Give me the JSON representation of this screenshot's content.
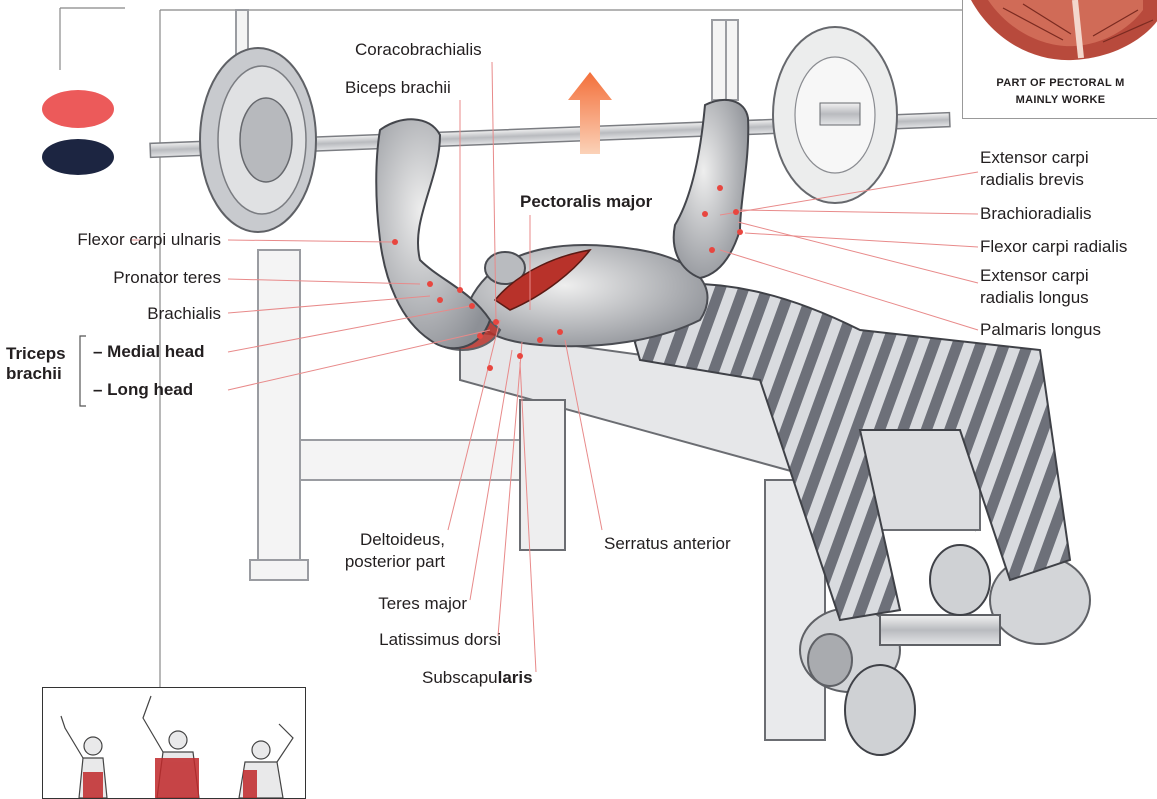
{
  "labels": {
    "coracobrachialis": "Coracobrachialis",
    "biceps_brachii": "Biceps brachii",
    "pectoralis_major": "Pectoralis major",
    "flexor_carpi_ulnaris": "Flexor carpi ulnaris",
    "pronator_teres": "Pronator teres",
    "brachialis": "Brachialis",
    "triceps_title_line1": "Triceps",
    "triceps_title_line2": "brachii",
    "medial_head": "– Medial head",
    "long_head": "– Long head",
    "extensor_carpi_radialis_brevis_line1": "Extensor carpi",
    "extensor_carpi_radialis_brevis_line2": "radialis brevis",
    "brachioradialis": "Brachioradialis",
    "flexor_carpi_radialis": "Flexor carpi radialis",
    "extensor_carpi_radialis_longus_line1": "Extensor carpi",
    "extensor_carpi_radialis_longus_line2": "radialis longus",
    "palmaris_longus": "Palmaris longus",
    "deltoideus_line1": "Deltoideus,",
    "deltoideus_line2": "posterior part",
    "serratus_anterior": "Serratus anterior",
    "teres_major": "Teres major",
    "latissimus_dorsi": "Latissimus dorsi",
    "subscapularis_prefix": "Subscapu",
    "subscapularis_suffix": "laris"
  },
  "inset_top": {
    "caption_line1": "PART OF PECTORAL M",
    "caption_line2": "MAINLY WORKE"
  },
  "colors": {
    "legend_red": "#ec5a5a",
    "legend_navy": "#1c2541",
    "arrow_top": "#f36f3a",
    "arrow_bottom": "#fbd2b8",
    "leader_line": "#e88a8a",
    "marker_dot": "#e8463f",
    "muscle_red": "#b8322a"
  }
}
